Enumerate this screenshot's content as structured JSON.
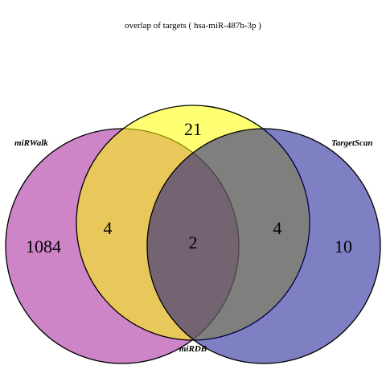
{
  "title": "overlap of targets ( hsa-miR-487b-3p )",
  "chart_data": {
    "type": "venn",
    "sets": [
      {
        "key": "mirwalk",
        "name": "miRWalk",
        "color": "#9b0b8f",
        "opacity": 0.5
      },
      {
        "key": "mirdb",
        "name": "miRDB",
        "color": "#ffff00",
        "opacity": 0.55
      },
      {
        "key": "targetscan",
        "name": "TargetScan",
        "color": "#000088",
        "opacity": 0.5
      }
    ],
    "regions": {
      "mirwalk_only": 1084,
      "mirdb_only": 21,
      "targetscan_only": 10,
      "mirwalk_mirdb": 4,
      "mirdb_targetscan": 4,
      "all_three": 2
    }
  }
}
